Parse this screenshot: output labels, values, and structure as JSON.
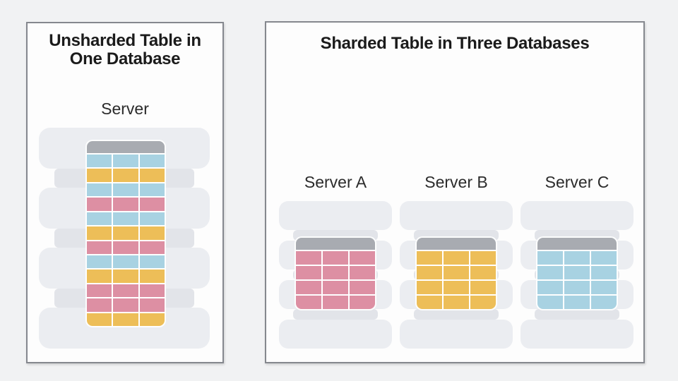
{
  "colors": {
    "page_bg": "#f1f2f3",
    "panel_bg": "#fdfdfd",
    "panel_border": "#85888e",
    "stack_fill": "#ebedf1",
    "stack_collar": "#e2e4e9",
    "table_header": "#a8abb1",
    "pink": "#dd8fa3",
    "yellow": "#edbe58",
    "blue": "#a8d2e2",
    "text": "#1b1b1b"
  },
  "left_panel": {
    "title_line1": "Unsharded Table in",
    "title_line2": "One Database",
    "server_label": "Server",
    "stack": {
      "segments": 4
    },
    "table": {
      "columns": 3,
      "header_color": "table_header",
      "row_colors": [
        "blue",
        "yellow",
        "blue",
        "pink",
        "blue",
        "yellow",
        "pink",
        "blue",
        "yellow",
        "pink",
        "pink",
        "yellow"
      ]
    }
  },
  "right_panel": {
    "title": "Sharded Table in Three Databases",
    "servers": [
      {
        "label": "Server A",
        "shard_color": "pink",
        "stack_segments": 4,
        "table_rows": 4,
        "table_columns": 3
      },
      {
        "label": "Server B",
        "shard_color": "yellow",
        "stack_segments": 4,
        "table_rows": 4,
        "table_columns": 3
      },
      {
        "label": "Server C",
        "shard_color": "blue",
        "stack_segments": 4,
        "table_rows": 4,
        "table_columns": 3
      }
    ]
  }
}
